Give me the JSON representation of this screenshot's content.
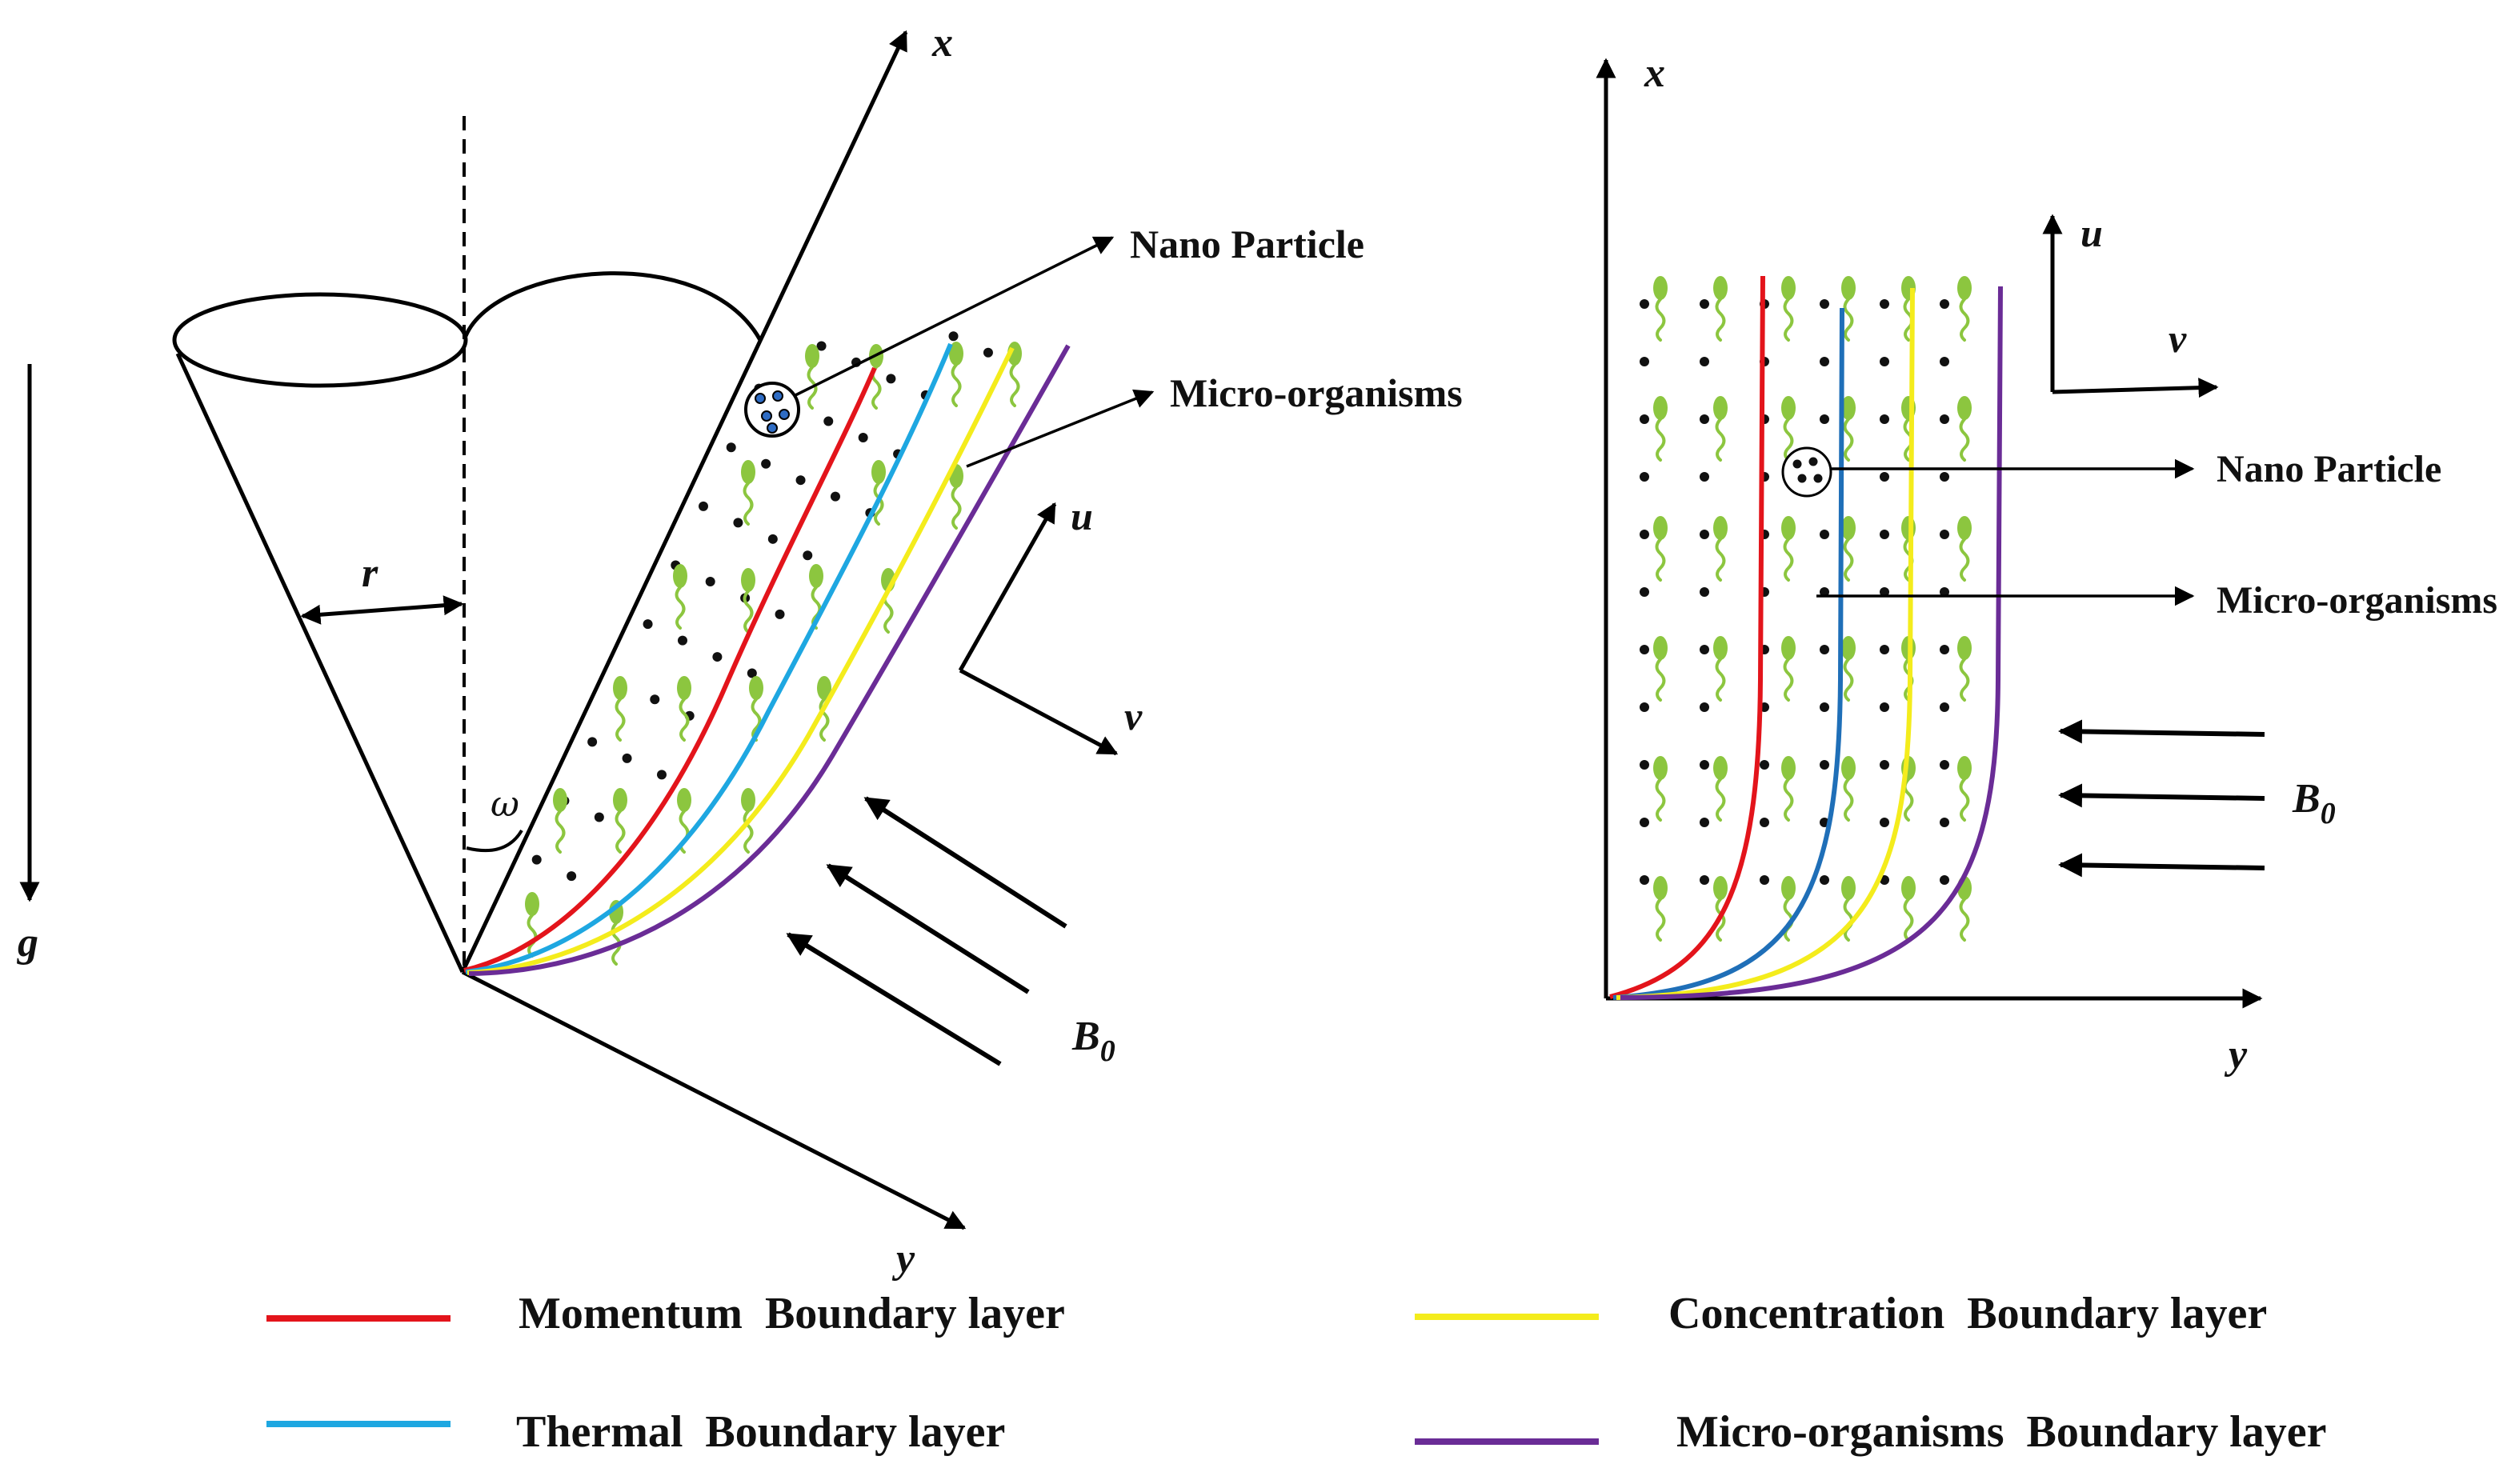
{
  "left_panel": {
    "axis_x": "x",
    "axis_y": "y",
    "gravity": "g",
    "radius": "r",
    "angle": "ω",
    "vel_u": "u",
    "vel_v": "v",
    "field": "B",
    "field_sub": "0",
    "callout_nano": "Nano Particle",
    "callout_micro": "Micro-organisms"
  },
  "right_panel": {
    "axis_x": "x",
    "axis_y": "y",
    "vel_u": "u",
    "vel_v": "v",
    "field": "B",
    "field_sub": "0",
    "callout_nano": "Nano Particle",
    "callout_micro": "Micro-organisms"
  },
  "legend": [
    {
      "label": "Momentum  Boundary layer",
      "color": "#e3141b"
    },
    {
      "label": "Thermal  Boundary layer",
      "color": "#1ea7e1"
    },
    {
      "label": "Concentration  Boundary layer",
      "color": "#f4ec1c"
    },
    {
      "label": "Micro-organisms  Boundary layer",
      "color": "#6a2c96"
    }
  ],
  "colors": {
    "momentum": "#e3141b",
    "thermal_left": "#1ea7e1",
    "thermal_right": "#1f6fb8",
    "concentration": "#f4ec1c",
    "microorganisms": "#6a2c96",
    "organism": "#8cc63f",
    "particle": "#111111",
    "nano_blue": "#2e6cc4"
  }
}
